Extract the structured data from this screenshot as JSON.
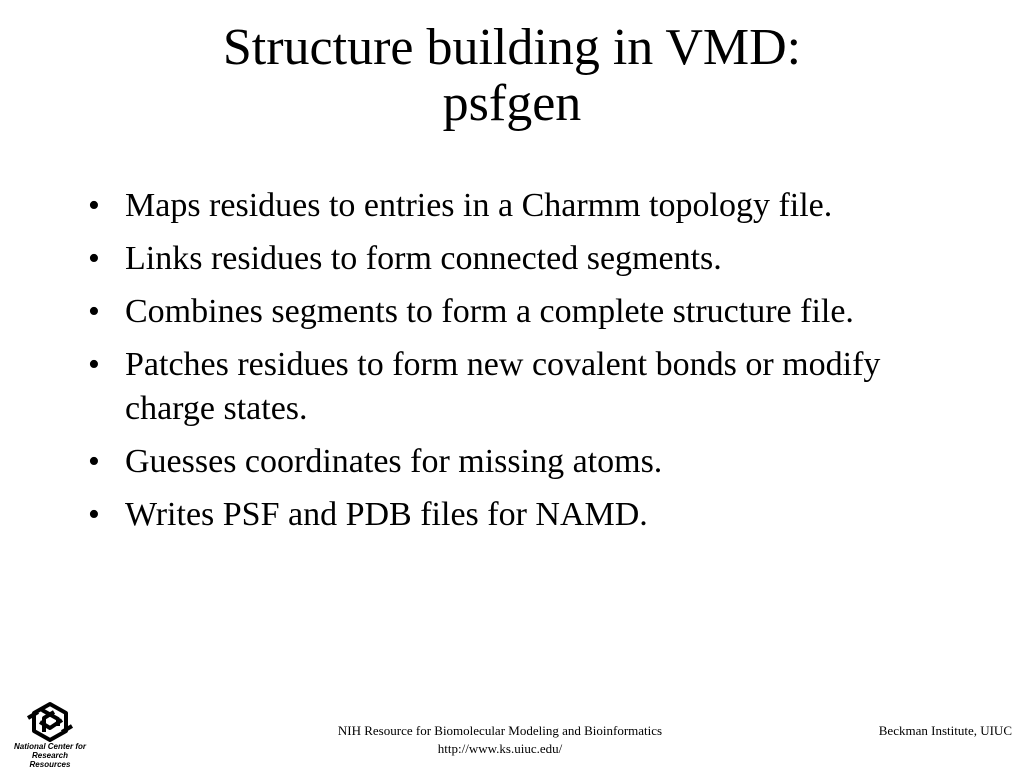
{
  "slide": {
    "title_line1": "Structure building in VMD:",
    "title_line2": "psfgen",
    "bullet_symbol": "•",
    "bullets": [
      "Maps residues to entries in a Charmm topology file.",
      "Links residues to form connected segments.",
      "Combines segments to form a complete structure file.",
      "Patches residues to form new covalent bonds or modify charge states.",
      "Guesses coordinates for missing atoms.",
      "Writes PSF and PDB files for NAMD."
    ]
  },
  "footer": {
    "logo_text": "National Center for Research Resources",
    "logo_icon": "ncrr-logo-icon",
    "center_line1": "NIH Resource for Biomolecular Modeling and Bioinformatics",
    "center_line2": "http://www.ks.uiuc.edu/",
    "right_text": "Beckman Institute, UIUC"
  }
}
